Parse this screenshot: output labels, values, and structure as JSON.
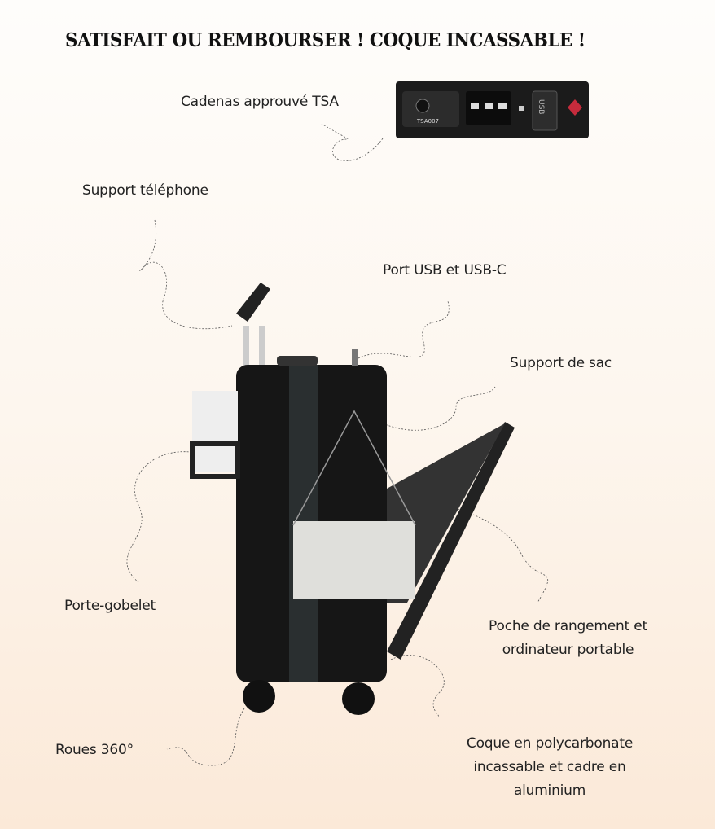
{
  "title": "SATISFAIT OU REMBOURSER ! COQUE INCASSABLE !",
  "lock_text": {
    "model": "TSA007",
    "usb": "USB"
  },
  "features": {
    "tsa": "Cadenas approuvé TSA",
    "phone": "Support téléphone",
    "usb": "Port USB et USB-C",
    "bag": "Support de sac",
    "cup": "Porte-gobelet",
    "pocket_1": "Poche de rangement et",
    "pocket_2": "ordinateur portable",
    "wheels": "Roues 360°",
    "shell_1": "Coque en polycarbonate",
    "shell_2": "incassable et cadre en",
    "shell_3": "aluminium"
  }
}
